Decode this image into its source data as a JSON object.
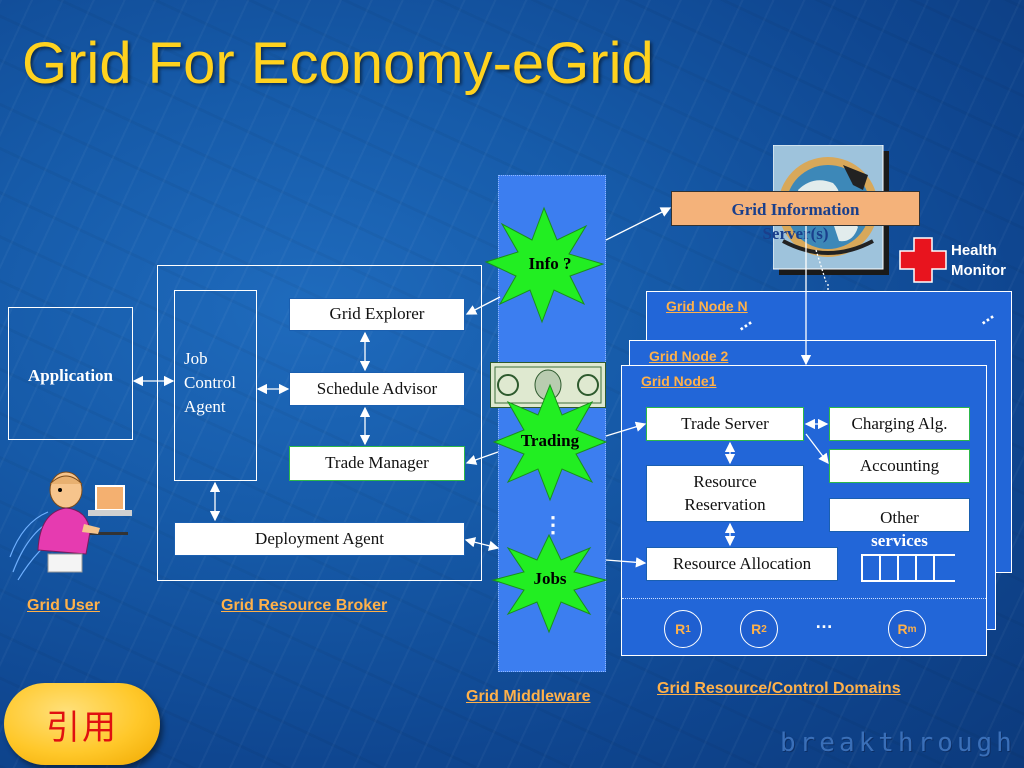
{
  "title": "Grid For Economy-eGrid",
  "grid_user": {
    "application": "Application",
    "label": "Grid User"
  },
  "broker": {
    "job_control_agent": [
      "Job",
      "Control",
      "Agent"
    ],
    "grid_explorer": "Grid Explorer",
    "schedule_advisor": "Schedule Advisor",
    "trade_manager": "Trade Manager",
    "deployment_agent": "Deployment Agent",
    "label": "Grid Resource Broker"
  },
  "middleware": {
    "info": "Info ?",
    "trading": "Trading",
    "jobs": "Jobs",
    "ellipsis": "⋮",
    "label": "Grid Middleware"
  },
  "gis": {
    "line1": "Grid Information",
    "line2": "Server(s)"
  },
  "health_monitor": [
    "Health",
    "Monitor"
  ],
  "nodes": {
    "node_n": "Grid Node N",
    "node_2": "Grid Node 2",
    "node_1": "Grid Node1",
    "ellipsis": "..."
  },
  "node1": {
    "trade_server": "Trade Server",
    "charging_alg": "Charging Alg.",
    "accounting": "Accounting",
    "resource_reservation": [
      "Resource",
      "Reservation"
    ],
    "other_services": [
      "Other",
      "services"
    ],
    "resource_allocation": "Resource Allocation",
    "resources": [
      {
        "base": "R",
        "sub": "1"
      },
      {
        "base": "R",
        "sub": "2"
      },
      {
        "base": "R",
        "sub": "m"
      }
    ],
    "res_ellipsis": "…"
  },
  "domains_label": "Grid Resource/Control Domains",
  "quote_button": "引用",
  "watermark": "breakthrough",
  "colors": {
    "title": "#ffd21f",
    "label_orange": "#ffb14a",
    "star_green": "#22ee22",
    "panel_blue": "#2266d8",
    "gis_fill": "#f4b27a"
  }
}
